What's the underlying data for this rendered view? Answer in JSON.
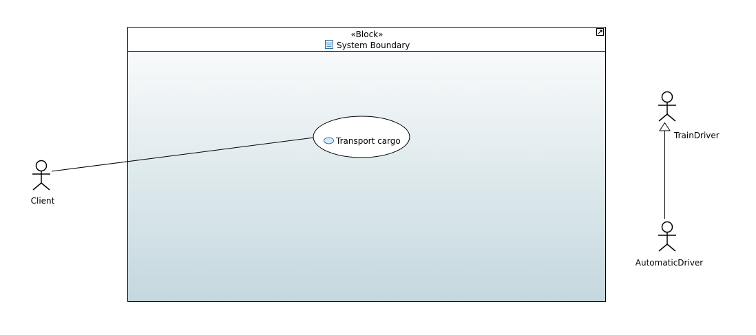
{
  "block": {
    "stereotype": "«Block»",
    "name": "System Boundary",
    "icon": "block-icon",
    "corner_icon": "expand-arrow-icon"
  },
  "use_case": {
    "name": "Transport cargo",
    "icon": "use-case-icon"
  },
  "actors": {
    "client": "Client",
    "train_driver": "TrainDriver",
    "automatic_driver": "AutomaticDriver"
  },
  "relationships": [
    {
      "type": "association",
      "from": "Client",
      "to": "Transport cargo"
    },
    {
      "type": "generalization",
      "from": "AutomaticDriver",
      "to": "TrainDriver"
    }
  ],
  "colors": {
    "block_gradient_top": "#f8fafb",
    "block_gradient_bottom": "#c4d8de",
    "use_case_icon_fill": "#d6eaf8",
    "use_case_icon_stroke": "#2e6fa7",
    "line": "#000000"
  }
}
